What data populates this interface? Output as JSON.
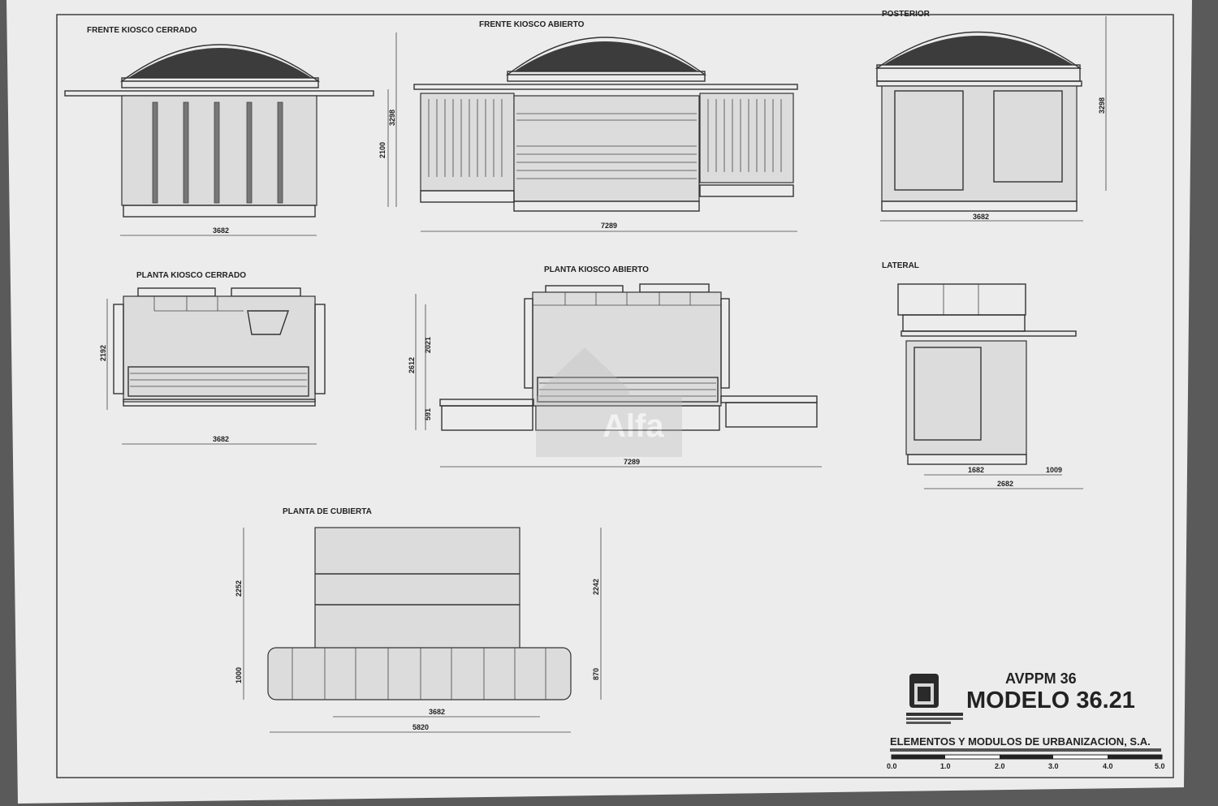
{
  "views": {
    "frente_cerrado": {
      "title": "FRENTE KIOSCO CERRADO",
      "dim_width": "3682"
    },
    "frente_abierto": {
      "title": "FRENTE KIOSCO ABIERTO",
      "dim_width": "7289",
      "dim_h1": "2100",
      "dim_h2": "3298"
    },
    "posterior": {
      "title": "POSTERIOR",
      "dim_width": "3682",
      "dim_h": "3298"
    },
    "planta_cerrado": {
      "title": "PLANTA KIOSCO CERRADO",
      "dim_width": "3682",
      "dim_h": "2192"
    },
    "planta_abierto": {
      "title": "PLANTA KIOSCO ABIERTO",
      "dim_width": "7289",
      "dim_h1": "2612",
      "dim_h2": "2021",
      "dim_h3": "591"
    },
    "lateral": {
      "title": "LATERAL",
      "dim_a": "1682",
      "dim_b": "1009",
      "dim_total": "2682"
    },
    "planta_cubierta": {
      "title": "PLANTA DE CUBIERTA",
      "dim_h1": "2252",
      "dim_h2": "1000",
      "dim_h3": "2242",
      "dim_h4": "870",
      "dim_w1": "3682",
      "dim_w2": "5820"
    }
  },
  "watermark": "Alfa",
  "title_block": {
    "code": "AVPPM 36",
    "model": "MODELO 36.21",
    "company": "ELEMENTOS Y MODULOS DE URBANIZACION, S.A.",
    "scale_ticks": [
      "0.0",
      "1.0",
      "2.0",
      "3.0",
      "4.0",
      "5.0"
    ]
  }
}
